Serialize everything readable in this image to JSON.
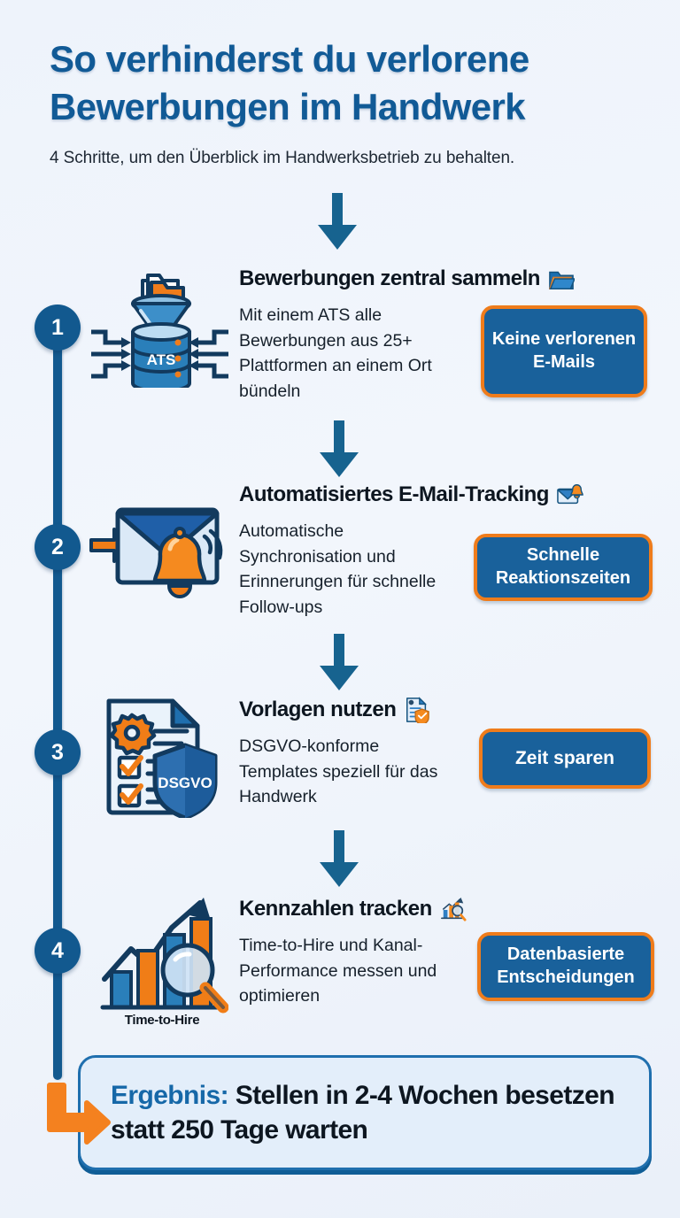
{
  "header": {
    "title": "So verhinderst du verlorene Bewerbungen im Handwerk",
    "subtitle": "4 Schritte, um den Überblick im Handwerksbetrieb zu behalten."
  },
  "colors": {
    "brand_blue": "#12598f",
    "heading_blue": "#115a96",
    "accent_orange": "#ef7c1b",
    "badge_blue": "#19619b",
    "background": "#eef3fa",
    "result_bg": "#e3eefa",
    "text_dark": "#0d1620"
  },
  "steps": [
    {
      "number": "1",
      "heading": "Bewerbungen zentral sammeln",
      "heading_icon": "open-folder-icon",
      "description": "Mit einem ATS alle Bewerbungen aus 25+ Plattformen an einem Ort bündeln",
      "illustration": "funnel-to-database-icon",
      "illustration_label": "ATS",
      "badge": "Keine verlorenen E-Mails"
    },
    {
      "number": "2",
      "heading": "Automatisiertes E-Mail-Tracking",
      "heading_icon": "envelope-bell-icon",
      "description": "Automatische Synchronisation und Erinnerungen für schnelle Follow-ups",
      "illustration": "envelope-with-bell-icon",
      "illustration_label": "",
      "badge": "Schnelle Reaktionszeiten"
    },
    {
      "number": "3",
      "heading": "Vorlagen nutzen",
      "heading_icon": "document-shield-icon",
      "description": "DSGVO-konforme Templates speziell für das Handwerk",
      "illustration": "checklist-dsgvo-shield-icon",
      "illustration_label": "DSGVO",
      "badge": "Zeit sparen"
    },
    {
      "number": "4",
      "heading": "Kennzahlen tracken",
      "heading_icon": "chart-magnifier-icon",
      "description": "Time-to-Hire und Kanal-Performance messen und optimieren",
      "illustration": "bar-chart-trend-magnifier-icon",
      "illustration_label": "Time-to-Hire",
      "badge": "Datenbasierte Entscheidungen"
    }
  ],
  "result": {
    "lead": "Ergebnis:",
    "text": " Stellen in 2-4 Wochen besetzen statt 250 Tage warten"
  }
}
